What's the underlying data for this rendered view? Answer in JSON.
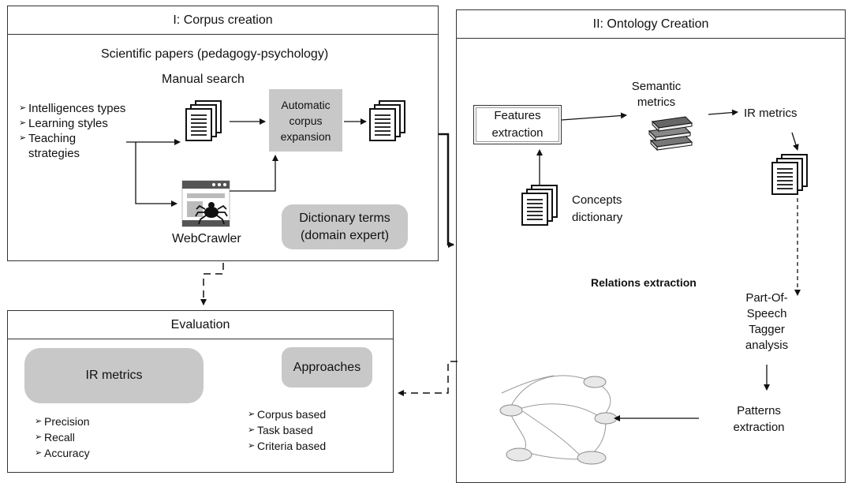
{
  "corpus": {
    "title": "I: Corpus creation",
    "subtitle": "Scientific papers (pedagogy-psychology)",
    "manual_search": "Manual search",
    "topics": [
      "Intelligences types",
      "Learning styles",
      "Teaching strategies"
    ],
    "auto_expansion": "Automatic corpus expansion",
    "webcrawler": "WebCrawler",
    "dictionary": "Dictionary terms (domain expert)"
  },
  "ontology": {
    "title": "II: Ontology  Creation",
    "features": "Features extraction",
    "semantic": "Semantic metrics",
    "ir_metrics": "IR metrics",
    "concepts": "Concepts dictionary",
    "relations": "Relations extraction",
    "pos": "Part-Of- Speech Tagger analysis",
    "patterns": "Patterns extraction"
  },
  "evaluation": {
    "title": "Evaluation",
    "ir_metrics": "IR metrics",
    "metrics": [
      "Precision",
      "Recall",
      "Accuracy"
    ],
    "approaches": "Approaches",
    "approach_items": [
      "Corpus based",
      "Task based",
      "Criteria based"
    ]
  },
  "icons": {
    "document": "document-stack-icon",
    "crawler": "webcrawler-spider-icon",
    "books": "book-stack-icon",
    "graph": "ontology-graph-icon"
  }
}
